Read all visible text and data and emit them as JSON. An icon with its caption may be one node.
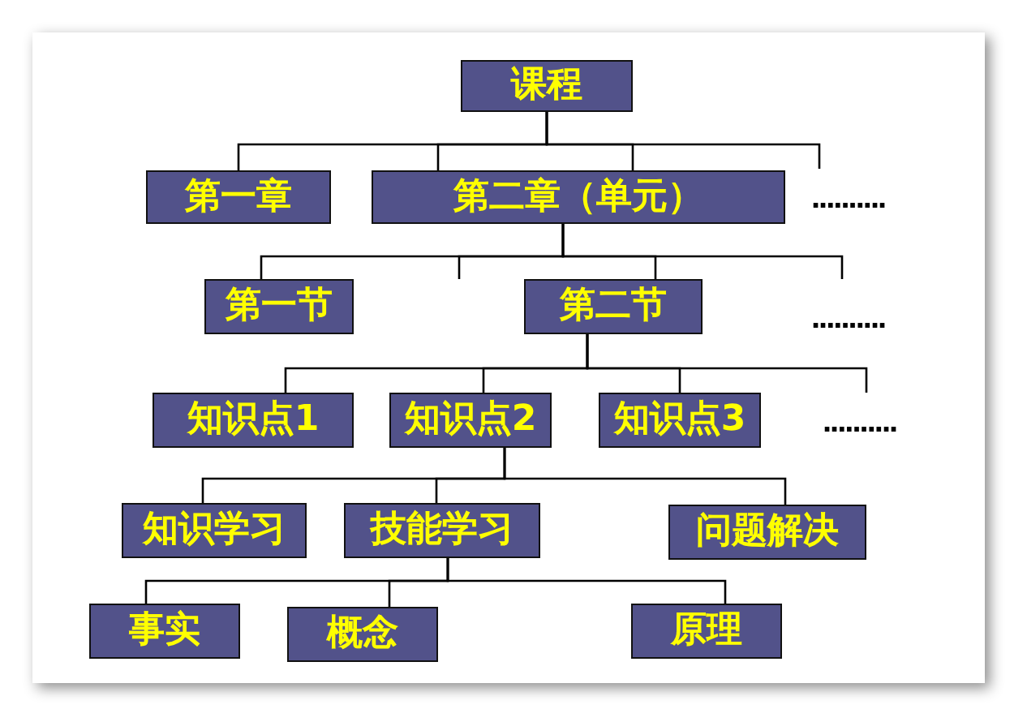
{
  "diagram": {
    "nodes": [
      {
        "text": [
          "课程"
        ]
      },
      {
        "text": [
          "第一章"
        ]
      },
      {
        "text": [
          "第二章（单元）"
        ]
      },
      {
        "text": [
          "第一节"
        ]
      },
      {
        "text": [
          "第二节"
        ]
      },
      {
        "text": [
          "知识点1"
        ]
      },
      {
        "text": [
          "知识点2"
        ]
      },
      {
        "text": [
          "知识点3"
        ]
      },
      {
        "text": [
          "知识学习"
        ]
      },
      {
        "text": [
          "技能学习"
        ]
      },
      {
        "text": [
          "问题解决"
        ]
      },
      {
        "text": [
          "事实"
        ]
      },
      {
        "text": [
          "概念"
        ]
      },
      {
        "text": [
          "原理"
        ]
      }
    ],
    "edges": [
      {
        "from": 0,
        "to": 1,
        "arrow": "none"
      },
      {
        "from": 0,
        "to": 2,
        "arrow": "none"
      },
      {
        "from": 0,
        "to": 2,
        "arrow": "none"
      },
      {
        "from": 0,
        "to": null,
        "arrow": "none"
      },
      {
        "from": 2,
        "to": 3,
        "arrow": "none"
      },
      {
        "from": 2,
        "to": null,
        "arrow": "none"
      },
      {
        "from": 2,
        "to": 4,
        "arrow": "none"
      },
      {
        "from": 2,
        "to": null,
        "arrow": "none"
      },
      {
        "from": 4,
        "to": 5,
        "arrow": "none"
      },
      {
        "from": 4,
        "to": 6,
        "arrow": "none"
      },
      {
        "from": 4,
        "to": 7,
        "arrow": "none"
      },
      {
        "from": 4,
        "to": null,
        "arrow": "none"
      },
      {
        "from": 6,
        "to": 8,
        "arrow": "none"
      },
      {
        "from": 6,
        "to": 9,
        "arrow": "none"
      },
      {
        "from": 6,
        "to": 10,
        "arrow": "none"
      },
      {
        "from": 9,
        "to": 11,
        "arrow": "none"
      },
      {
        "from": 9,
        "to": 12,
        "arrow": "none"
      },
      {
        "from": 9,
        "to": 13,
        "arrow": "none"
      }
    ],
    "labels": [
      "..........",
      "..........",
      ".........."
    ]
  }
}
